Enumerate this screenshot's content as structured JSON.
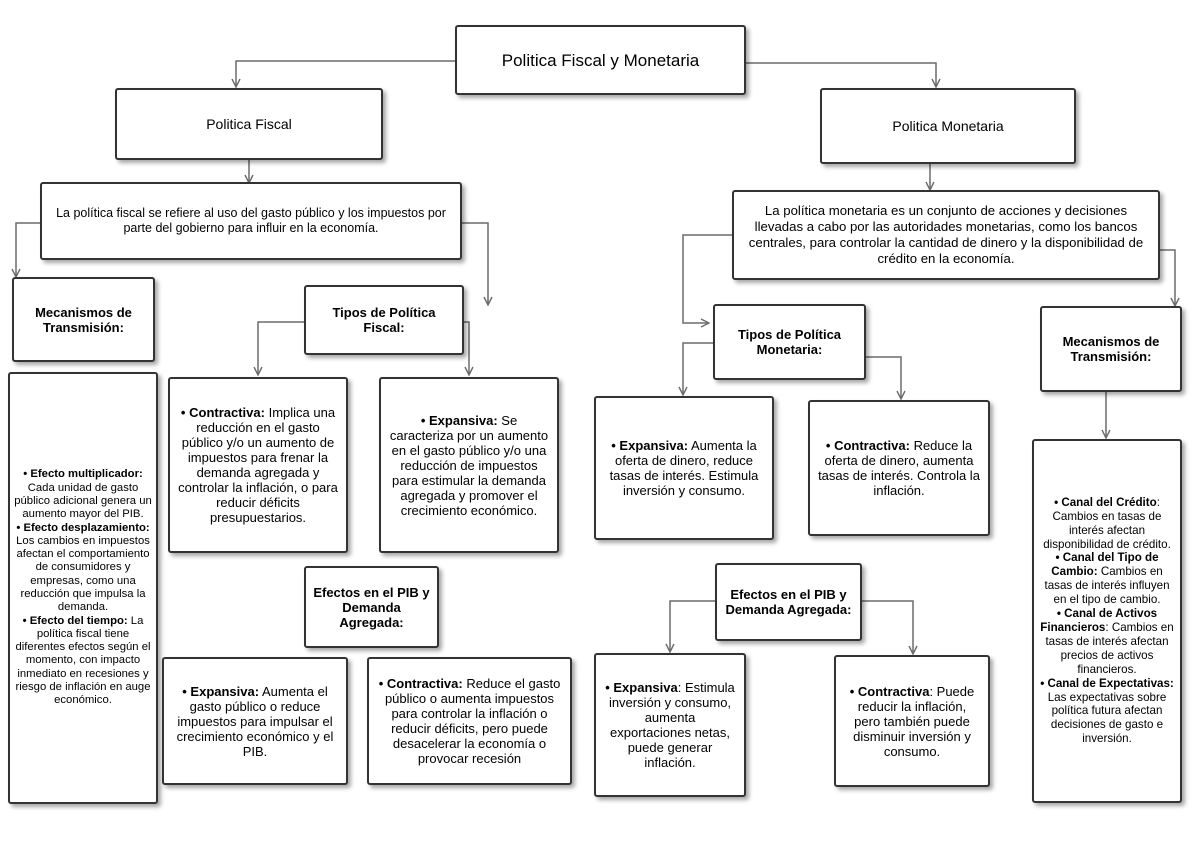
{
  "root": "Politica Fiscal y Monetaria",
  "fiscal": {
    "title": "Politica Fiscal",
    "definition": "La política fiscal se refiere al uso del gasto público y los impuestos por parte del gobierno para influir en la economía.",
    "mechanisms": {
      "heading": "Mecanismos de Transmisión:",
      "items": [
        {
          "label": "Efecto multiplicador:",
          "text": "Cada unidad de gasto público adicional genera un aumento mayor del PIB."
        },
        {
          "label": "Efecto desplazamiento:",
          "text": "Los cambios en impuestos afectan el comportamiento de consumidores y empresas, como una reducción que impulsa la demanda."
        },
        {
          "label": "Efecto del tiempo:",
          "text": "La política fiscal tiene diferentes efectos según el momento, con impacto inmediato en recesiones y riesgo de inflación en auge económico."
        }
      ]
    },
    "types": {
      "heading": "Tipos de Política Fiscal:",
      "contractiva": {
        "label": "Contractiva:",
        "text": "Implica una reducción en el gasto público y/o un aumento de impuestos para frenar la demanda agregada y controlar la inflación, o para reducir déficits presupuestarios."
      },
      "expansiva": {
        "label": "Expansiva:",
        "text": "Se caracteriza por un aumento en el gasto público y/o una reducción de impuestos para estimular la demanda agregada y promover el crecimiento económico."
      }
    },
    "effects": {
      "heading": "Efectos en el PIB y Demanda Agregada:",
      "expansiva": {
        "label": "Expansiva:",
        "text": "Aumenta el gasto público o reduce impuestos para impulsar el crecimiento económico y el PIB."
      },
      "contractiva": {
        "label": "Contractiva:",
        "text": "Reduce el gasto público o aumenta impuestos para controlar la inflación o reducir déficits, pero puede desacelerar la economía o provocar recesión"
      }
    }
  },
  "monetary": {
    "title": "Politica Monetaria",
    "definition": "La política monetaria es un conjunto de acciones y decisiones llevadas a cabo por las autoridades monetarias, como los bancos centrales, para controlar la cantidad de dinero y la disponibilidad de crédito en la economía.",
    "types": {
      "heading": "Tipos de Política Monetaria:",
      "expansiva": {
        "label": "Expansiva:",
        "text": "Aumenta la oferta de dinero, reduce tasas de interés. Estimula inversión y consumo."
      },
      "contractiva": {
        "label": "Contractiva:",
        "text": "Reduce la oferta de dinero, aumenta tasas de interés. Controla la inflación."
      }
    },
    "effects": {
      "heading": "Efectos en el PIB y Demanda Agregada:",
      "expansiva": {
        "label": "Expansiva",
        "text": ": Estimula inversión y consumo, aumenta exportaciones netas, puede generar inflación."
      },
      "contractiva": {
        "label": "Contractiva",
        "text": ": Puede reducir la inflación, pero también puede disminuir inversión y consumo."
      }
    },
    "mechanisms": {
      "heading": "Mecanismos de Transmisión:",
      "items": [
        {
          "label": "Canal del Crédito",
          "text": ": Cambios en tasas de interés afectan disponibilidad de crédito."
        },
        {
          "label": "Canal del Tipo de Cambio:",
          "text": "Cambios en tasas de interés influyen en el tipo de cambio."
        },
        {
          "label": "Canal de Activos Financieros",
          "text": ": Cambios en tasas de interés afectan precios de activos financieros."
        },
        {
          "label": "Canal de Expectativas:",
          "text": "Las expectativas sobre política futura afectan decisiones de gasto e inversión."
        }
      ]
    }
  },
  "bullet": "•"
}
